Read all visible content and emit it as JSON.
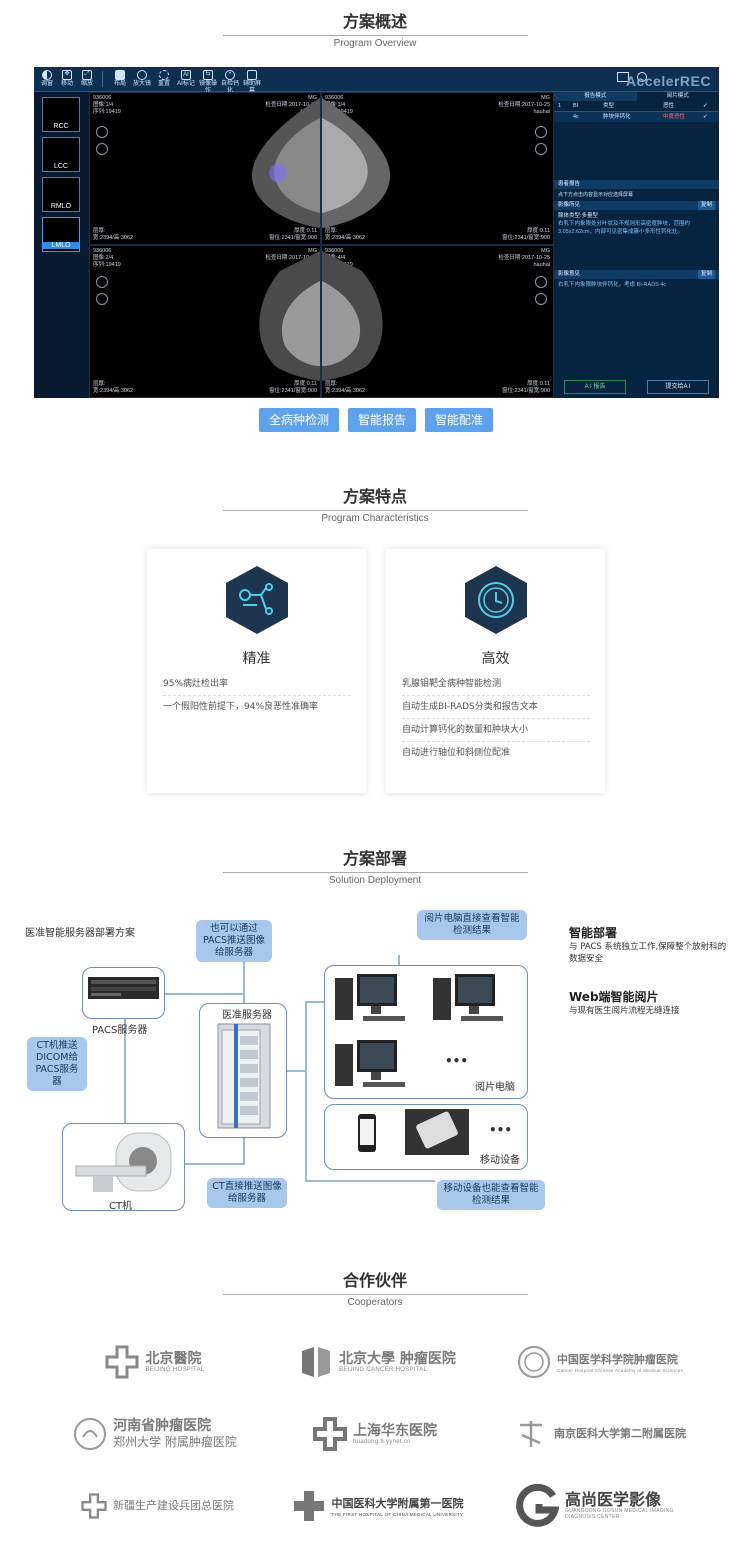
{
  "sections": {
    "overview": {
      "title": "方案概述",
      "subtitle": "Program Overview"
    },
    "characteristics": {
      "title": "方案特点",
      "subtitle": "Program Characteristics"
    },
    "deployment": {
      "title": "方案部署",
      "subtitle": "Solution Deployment"
    },
    "partners": {
      "title": "合作伙伴",
      "subtitle": "Cooperators"
    }
  },
  "viewer": {
    "toolbar": [
      {
        "label": "调窗",
        "icon": "contrast-icon"
      },
      {
        "label": "移动",
        "icon": "move-icon"
      },
      {
        "label": "缩放",
        "icon": "zoom-icon"
      },
      {
        "label": "布局",
        "icon": "layout-icon"
      },
      {
        "label": "放大镜",
        "icon": "magnifier-icon"
      },
      {
        "label": "重置",
        "icon": "reset-icon"
      },
      {
        "label": "AI标记",
        "icon": "ai-mark-icon"
      },
      {
        "label": "镜像操作",
        "icon": "mirror-icon"
      },
      {
        "label": "自检钙化",
        "icon": "calcification-icon"
      },
      {
        "label": "辅助屏幕",
        "icon": "screen-icon"
      }
    ],
    "brand": "AccelerREC",
    "thumbnails": [
      "RCC",
      "LCC",
      "RMLO",
      "LMLO"
    ],
    "viewports": [
      {
        "id": "936006",
        "img": "图像:1/4",
        "series": "序列:19419",
        "mod": "MG",
        "date": "检查日期:2017-10-25",
        "name": "hauhai",
        "layer": "层厚:",
        "size": "宽:2394/高:3062",
        "thick": "厚度:0.11",
        "pos": "窗位:2341/窗宽:900"
      },
      {
        "id": "936006",
        "img": "图像:3/4",
        "series": "序列:19419",
        "mod": "MG",
        "date": "检查日期:2017-10-25",
        "name": "hauhai",
        "layer": "层厚:",
        "size": "宽:2394/高:3062",
        "thick": "厚度:0.11",
        "pos": "窗位:2341/窗宽:900"
      },
      {
        "id": "936006",
        "img": "图像:2/4",
        "series": "序列:19419",
        "mod": "MG",
        "date": "检查日期:2017-10-25",
        "name": "hauhai",
        "layer": "层厚:",
        "size": "宽:2394/高:3062",
        "thick": "厚度:0.11",
        "pos": "窗位:2341/窗宽:900"
      },
      {
        "id": "936006",
        "img": "图像:4/4",
        "series": "序列:19419",
        "mod": "MG",
        "date": "检查日期:2017-10-25",
        "name": "hauhai",
        "layer": "层厚:",
        "size": "宽:2394/高:3062",
        "thick": "厚度:0.11",
        "pos": "窗位:2341/窗宽:900"
      }
    ],
    "panel": {
      "tab1": "报告模式",
      "tab2": "阅片模式",
      "col_num": "1",
      "col_bi": "BI",
      "col_type": "类型",
      "col_ex": "恶性",
      "row_bi": "4c",
      "row_type": "肿块伴钙化",
      "row_ex": "中度恶性",
      "patient_report": "患者报告",
      "hint": "点下方点击内容显示对应选择屏幕",
      "findings_label": "影像所见",
      "copy1": "复制",
      "findings_title": "腺体类型:多量型",
      "findings_text": "右乳下内象限处分叶状及不规则形高密度肿块，范围约3.05x2.62cm，内部可见密集成簇小多形性钙化灶。",
      "opinion_label": "影像意见",
      "copy2": "复制",
      "opinion_text": "右乳下内象限肿块伴钙化，考虑 BI-RADS 4c",
      "ai_report": "A I 报告",
      "submit": "提交给A I"
    }
  },
  "feature_buttons": [
    "全病种检测",
    "智能报告",
    "智能配准"
  ],
  "cards": [
    {
      "title": "精准",
      "items": [
        "95%病灶检出率",
        "一个假阳性前提下，94%良恶性准确率"
      ]
    },
    {
      "title": "高效",
      "items": [
        "乳腺钼靶全病种智能检测",
        "自动生成BI-RADS分类和报告文本",
        "自动计算钙化的数量和肿块大小",
        "自动进行轴位和斜侧位配准"
      ]
    }
  ],
  "deployment": {
    "plan_label": "医准智能服务器部署方案",
    "bubble_pacs_send": "也可以通过PACS推送图像给服务器",
    "bubble_pc": "阅片电脑直接查看智能检测结果",
    "bubble_ct_dicom": "CT机推送DICOM给PACS服务器",
    "bubble_ct_direct": "CT直接推送图像给服务器",
    "bubble_mobile": "移动设备也能查看智能检测结果",
    "pacs_label": "PACS服务器",
    "server_label": "医准服务器",
    "ct_label": "CT机",
    "pc_label": "阅片电脑",
    "mobile_label": "移动设备",
    "ellipsis": "•••",
    "feature1_title": "智能部署",
    "feature1_text": "与 PACS 系统独立工作,保障整个放射科的数据安全",
    "feature2_title": "Web端智能阅片",
    "feature2_text": "与现有医生阅片流程无缝连接"
  },
  "partners": [
    {
      "name": "北京醫院",
      "sub": "BEIJING HOSPITAL",
      "icon": "cross-icon"
    },
    {
      "name": "北京大學 肿瘤医院",
      "sub": "BEIJING CANCER HOSPITAL",
      "icon": "book-icon"
    },
    {
      "name": "中国医学科学院肿瘤医院",
      "sub": "Cancer Hospital Chinese Academy of Medical Sciences",
      "icon": "seal-icon"
    },
    {
      "name": "河南省肿瘤医院",
      "sub": "郑州大学 附属肿瘤医院",
      "icon": "seal-icon"
    },
    {
      "name": "上海华东医院",
      "sub": "huadong.h.yynet.cn",
      "icon": "cross-icon"
    },
    {
      "name": "南京医科大学第二附属医院",
      "sub": "",
      "icon": "mark-icon"
    },
    {
      "name": "新疆生产建设兵团总医院",
      "sub": "",
      "icon": "cross-icon"
    },
    {
      "name": "中国医科大学附属第一医院",
      "sub": "THE FIRST HOSPITAL OF CHINA MEDICAL UNIVERSITY",
      "icon": "cross-icon"
    },
    {
      "name": "高尚医学影像",
      "sub": "GUANGDONG GOSUN MEDICAL IMAGING DIAGNOSIS CENTER",
      "icon": "g-logo-icon"
    }
  ]
}
